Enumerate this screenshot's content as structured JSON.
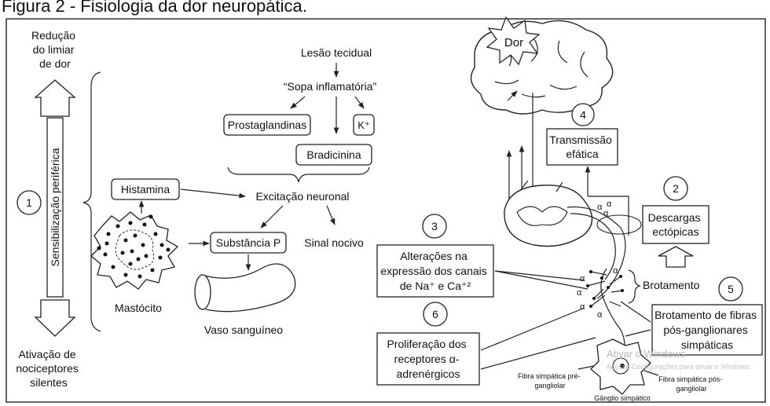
{
  "figure_title": "Figura 2 - Fisiologia da dor neuropática.",
  "left": {
    "top_label": [
      "Redução",
      "do limiar",
      "de dor"
    ],
    "vertical_label": "Sensibilização periférica",
    "bottom_label": [
      "Ativação de",
      "nociceptores",
      "silentes"
    ],
    "number": "1"
  },
  "cascade": {
    "lesao": "Lesão tecidual",
    "sopa": "“Sopa inflamatória”",
    "prostaglandinas": "Prostaglandinas",
    "k": "K⁺",
    "bradicinina": "Bradicinina",
    "histamina": "Histamina",
    "excitacao": "Excitação neuronal",
    "substancia_p": "Substância P",
    "sinal": "Sinal nocivo",
    "mastocito": "Mastócito",
    "vaso": "Vaso sanguíneo"
  },
  "right": {
    "dor": "Dor",
    "n4": "4",
    "transmissao": [
      "Transmissão",
      "efática"
    ],
    "n2": "2",
    "descargas": [
      "Descargas",
      "ectópicas"
    ],
    "n3": "3",
    "alteracoes": [
      "Alterações na",
      "expressão dos canais",
      "de Na⁺ e Ca⁺²"
    ],
    "brotamento": "Brotamento",
    "n5": "5",
    "brotamento_fibras": [
      "Brotamento de fibras",
      "pós-ganglionares",
      "simpáticas"
    ],
    "n6": "6",
    "proliferacao": [
      "Proliferação dos",
      "receptores α-",
      "adrenérgicos"
    ],
    "fibra_pre": [
      "Fibra simpática pré-",
      "gangliolar"
    ],
    "fibra_pos": [
      "Fibra simpática pós-",
      "gangliolar"
    ],
    "ganglio": "Gânglio simpático",
    "alpha": "α",
    "watermark": [
      "Ativar o Windows",
      "Acesse Configurações para ativar o Windows."
    ]
  }
}
